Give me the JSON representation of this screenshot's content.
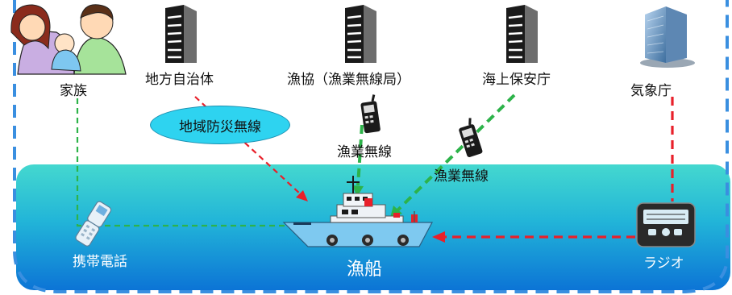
{
  "labels": {
    "family": "家族",
    "local_gov": "地方自治体",
    "fishery_coop": "漁協（漁業無線局）",
    "coast_guard": "海上保安庁",
    "jma": "気象庁",
    "disaster_radio": "地域防災無線",
    "fishery_radio_1": "漁業無線",
    "fishery_radio_2": "漁業無線",
    "mobile_phone": "携帯電話",
    "fishing_boat": "漁船",
    "radio": "ラジオ"
  },
  "icons": {
    "family": "family-illustration-icon",
    "building": "office-building-icon",
    "jma": "skyscraper-icon",
    "handset": "radio-handset-icon",
    "phone": "flip-phone-icon",
    "boat": "fishing-boat-icon",
    "radio": "portable-radio-icon"
  },
  "colors": {
    "green_link": "#2db34a",
    "red_link": "#e8202a",
    "sea_top": "#3fd6cf",
    "sea_bottom": "#1080d8",
    "frame": "#3a8fe0",
    "bubble": "#2ed3f0"
  }
}
